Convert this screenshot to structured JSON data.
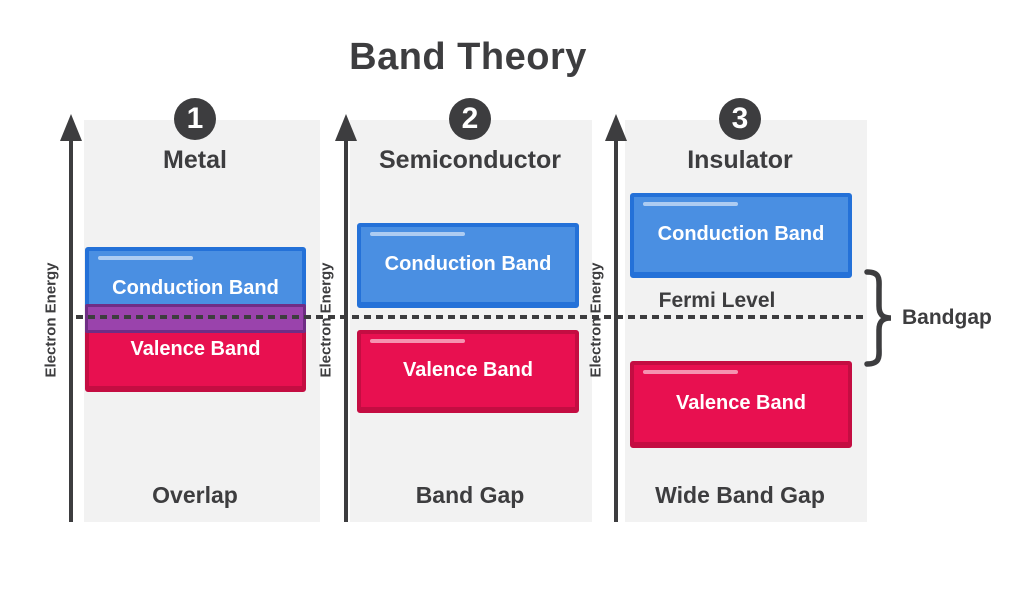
{
  "title": "Band Theory",
  "axis_label": "Electron Energy",
  "fermi_level_label": "Fermi Level",
  "bandgap_label": "Bandgap",
  "panels": [
    {
      "number": "1",
      "name": "Metal",
      "conduction_label": "Conduction Band",
      "valence_label": "Valence Band",
      "gap_label": "Overlap"
    },
    {
      "number": "2",
      "name": "Semiconductor",
      "conduction_label": "Conduction Band",
      "valence_label": "Valence Band",
      "gap_label": "Band Gap"
    },
    {
      "number": "3",
      "name": "Insulator",
      "conduction_label": "Conduction Band",
      "valence_label": "Valence Band",
      "gap_label": "Wide Band Gap"
    }
  ],
  "colors": {
    "canvas": "#ffffff",
    "ink": "#3d3d3f",
    "panel-bg": "#f2f2f2",
    "conduction-fill": "#4a8fe2",
    "conduction-border": "#2471d8",
    "valence-fill": "#e81050",
    "valence-border": "#c40d42",
    "overlap-fill": "#9a43ac",
    "overlap-border": "#6f2d85"
  }
}
